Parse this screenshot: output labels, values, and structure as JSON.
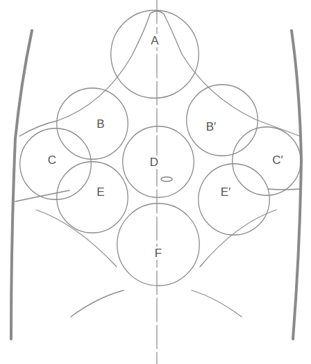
{
  "diagram": {
    "nodes": [
      {
        "text": [
          "A"
        ]
      },
      {
        "text": [
          "B"
        ]
      },
      {
        "text": [
          "B′"
        ]
      },
      {
        "text": [
          "C"
        ]
      },
      {
        "text": [
          "D"
        ]
      },
      {
        "text": [
          "C′"
        ]
      },
      {
        "text": [
          "E"
        ]
      },
      {
        "text": [
          "E′"
        ]
      },
      {
        "text": [
          "F"
        ]
      }
    ]
  }
}
